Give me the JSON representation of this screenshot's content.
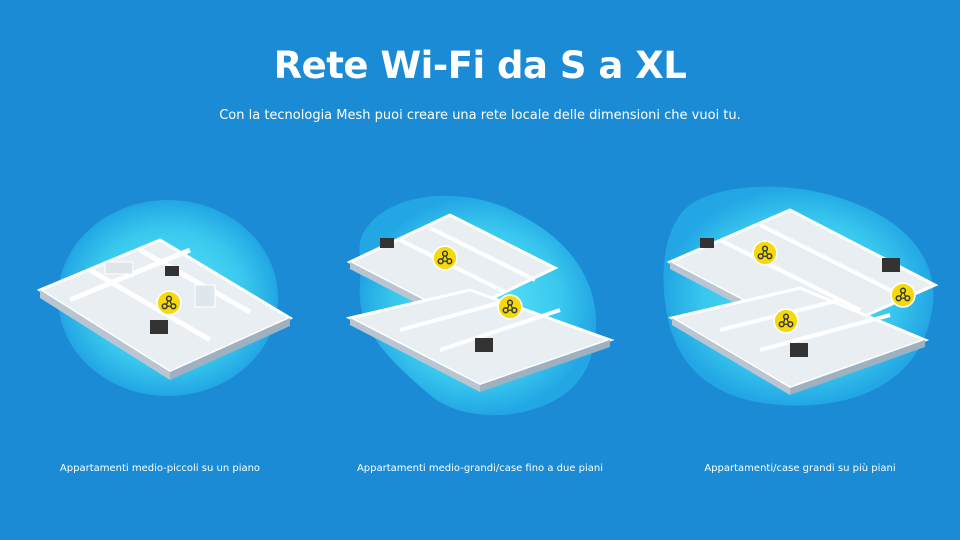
{
  "header": {
    "title": "Rete Wi-Fi da S a XL",
    "subtitle": "Con la tecnologia Mesh puoi creare una rete locale delle dimensioni che vuoi tu."
  },
  "options": [
    {
      "caption": "Appartamenti medio-piccoli su un piano",
      "floors": 1,
      "mesh_nodes": 1
    },
    {
      "caption": "Appartamenti medio-grandi/case fino a due piani",
      "floors": 2,
      "mesh_nodes": 2
    },
    {
      "caption": "Appartamenti/case grandi su più piani",
      "floors": 2,
      "mesh_nodes": 3
    }
  ],
  "colors": {
    "background": "#1b8bd6",
    "coverage_glow": "#4fdcf5",
    "mesh_node": "#f5d90a",
    "walls": "#ffffff"
  },
  "icons": [
    "mesh-node-icon"
  ]
}
